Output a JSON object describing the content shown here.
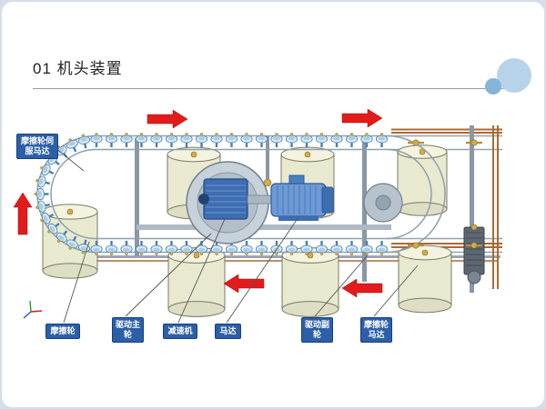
{
  "slide": {
    "title": "01 机头装置"
  },
  "diagram": {
    "labels": {
      "servo_motor": "摩擦轮伺服马达",
      "friction_wheel": "摩擦轮",
      "drive_main_wheel": "驱动主轮",
      "reducer": "减速机",
      "motor": "马达",
      "drive_sub_wheel": "驱动副轮",
      "friction_wheel_motor": "摩擦轮马达"
    },
    "arrows": [
      {
        "position": "top-left",
        "direction": "right"
      },
      {
        "position": "top-right",
        "direction": "right"
      },
      {
        "position": "left-side",
        "direction": "up"
      },
      {
        "position": "bottom-center",
        "direction": "left"
      },
      {
        "position": "bottom-right",
        "direction": "left"
      }
    ],
    "icons": {
      "coordinate_triad": "xyz-axes-icon",
      "decor_circles": "blue-bubble-decoration"
    },
    "colors": {
      "label_background": "#2d5fa8",
      "arrow_red": "#e21b1b",
      "machinery_blue": "#3e6db2",
      "drum_cream": "#e9e9cf",
      "roller_blue": "#4a7fae",
      "pipe_copper": "#a96a35"
    }
  }
}
